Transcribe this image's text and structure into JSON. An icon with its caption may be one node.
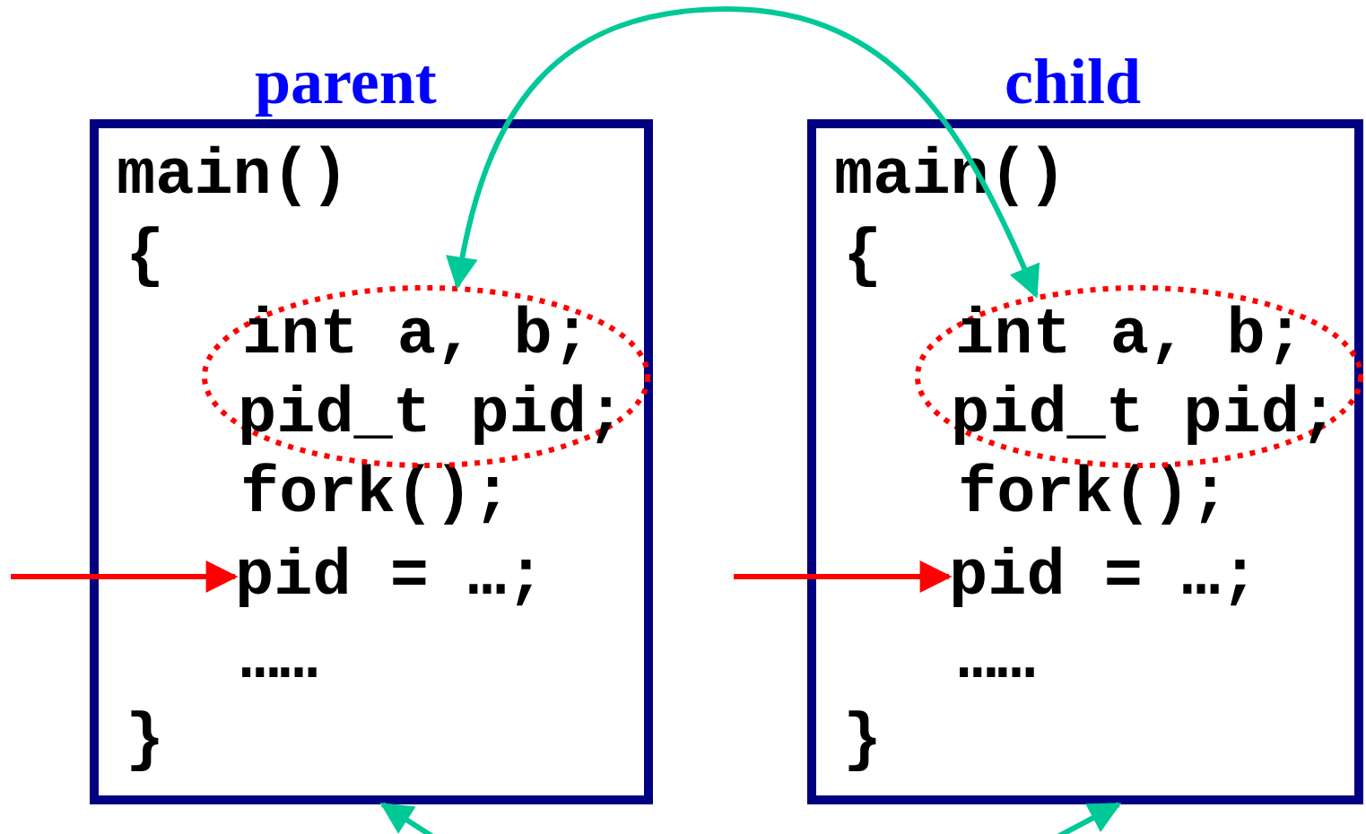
{
  "diagram": {
    "nodes": [
      {
        "text": [
          "parent",
          "main()",
          "{",
          "fork();",
          "……",
          "}"
        ]
      },
      {
        "text": [
          "int a, b;",
          "pid_t pid;"
        ],
        "in": 0
      },
      {
        "text": [
          "pid = …;"
        ],
        "in": 0
      },
      {
        "text": [
          "child",
          "main()",
          "{",
          "fork();",
          "……",
          "}"
        ]
      },
      {
        "text": [
          "int a, b;",
          "pid_t pid;"
        ],
        "in": 3
      },
      {
        "text": [
          "pid = …;"
        ],
        "in": 3
      }
    ],
    "edges": [
      {
        "from": 1,
        "to": 4,
        "arrow": "both",
        "color": "#00c896"
      },
      {
        "from": null,
        "to": 2,
        "arrow": "to",
        "color": "#ff0000"
      },
      {
        "from": null,
        "to": 5,
        "arrow": "to",
        "color": "#ff0000"
      },
      {
        "from": null,
        "to": 0,
        "arrow": "to",
        "color": "#00c896"
      },
      {
        "from": null,
        "to": 3,
        "arrow": "to",
        "color": "#00c896"
      }
    ]
  }
}
